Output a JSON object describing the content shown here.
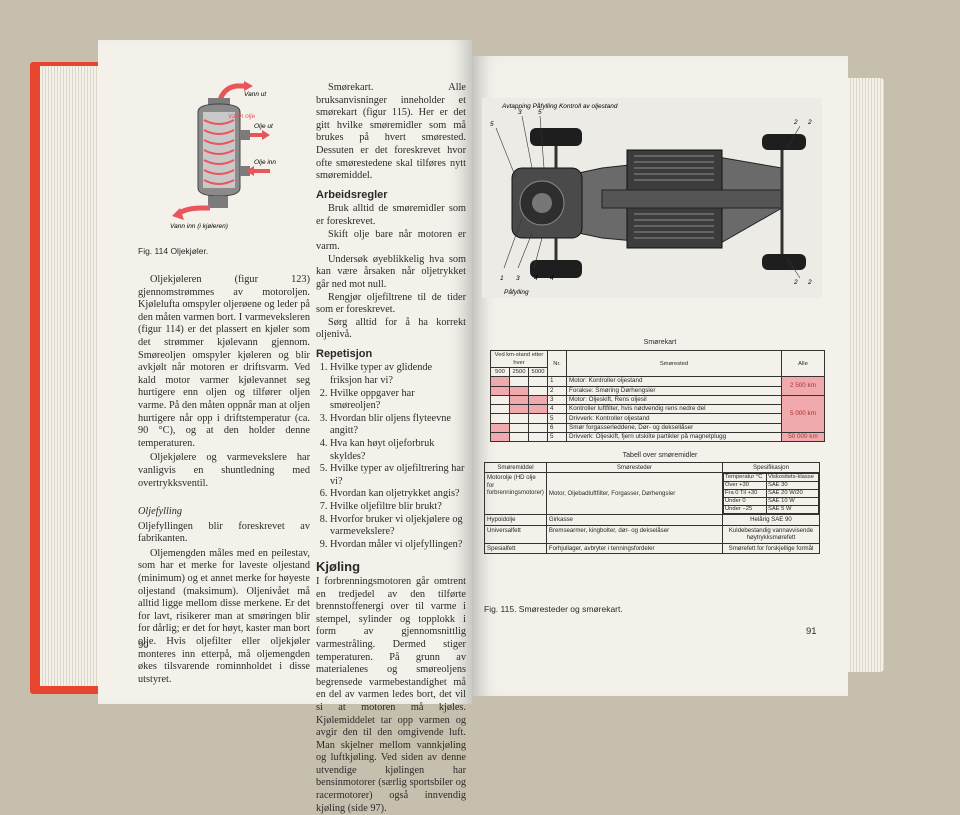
{
  "left_page": {
    "fig114": {
      "labels": [
        "Vann ut",
        "Varm olje",
        "Olje ut",
        "Olje inn",
        "Vann inn (i kjøleren)"
      ],
      "caption": "Fig. 114 Oljekjøler."
    },
    "col1_p1": "Oljekjøleren (figur 123) gjennomstrømmes av motoroljen. Kjølelufta omspyler oljerøene og leder på den måten varmen bort. I varmeveksleren (figur 114) er det plassert en kjøler som det strømmer kjølevann gjennom. Smøreoljen omspyler kjøleren og blir avkjølt når motoren er driftsvarm. Ved kald motor varmer kjølevannet seg hurtigere enn oljen og tilfører oljen varme. På den måten oppnår man at oljen hurtigere når opp i driftstemperatur (ca. 90 °C), og at den holder denne temperaturen.",
    "col1_p2": "Oljekjølere og varmevekslere har vanligvis en shuntledning med overtrykksventil.",
    "oljefylling_heading": "Oljefylling",
    "col1_p3": "Oljefyllingen blir foreskrevet av fabrikanten.",
    "col1_p4": "Oljemengden måles med en peilestav, som har et merke for laveste oljestand (minimum) og et annet merke for høyeste oljestand (maksimum). Oljenivået må alltid ligge mellom disse merkene. Er det for lavt, risikerer man at smøringen blir for dårlig; er det for høyt, kaster man bort olje. Hvis oljefilter eller oljekjøler monteres inn etterpå, må oljemengden økes tilsvarende rominnholdet i disse utstyret.",
    "col2_p1": "Smørekart. Alle bruksanvisninger inneholder et smørekart (figur 115). Her er det gitt hvilke smøremidler som må brukes på hvert smørested. Dessuten er det foreskrevet hvor ofte smørestedene skal tilføres nytt smøremiddel.",
    "arbeidsregler_heading": "Arbeidsregler",
    "rules": [
      "Bruk alltid de smøremidler som er foreskrevet.",
      "Skift olje bare når motoren er varm.",
      "Undersøk øyeblikkelig hva som kan være årsaken når oljetrykket går ned mot null.",
      "Rengjør oljefiltrene til de tider som er foreskrevet.",
      "Sørg alltid for å ha korrekt oljenivå."
    ],
    "repetisjon_heading": "Repetisjon",
    "questions": [
      "Hvilke typer av glidende friksjon har vi?",
      "Hvilke oppgaver har smøreoljen?",
      "Hvordan blir oljens flyteevne angitt?",
      "Hva kan høyt oljeforbruk skyldes?",
      "Hvilke typer av oljefiltrering har vi?",
      "Hvordan kan oljetrykket angis?",
      "Hvilke oljefiltre blir brukt?",
      "Hvorfor bruker vi oljekjølere og varmevekslere?",
      "Hvordan måler vi oljefyllingen?"
    ],
    "kjoling_heading": "Kjøling",
    "col2_p2": "I forbrenningsmotoren går omtrent en tredjedel av den tilførte brennstoffenergi over til varme i stempel, sylinder og topplokk i form av gjennomsnittlig varmestråling. Dermed stiger temperaturen. På grunn av materialenes og smøreoljens begrensede varmebestandighet må en del av varmen ledes bort, det vil si at motoren må kjøles. Kjølemiddelet tar opp varmen og avgir den til den omgivende luft. Man skjelner mellom vannkjøling og luftkjøling. Ved siden av denne utvendige kjølingen har bensinmotorer (særlig sportsbiler og racermotorer) også innvendig kjøling (side 97).",
    "page_number": "90"
  },
  "right_page": {
    "chassis_labels": {
      "top": "Avtapping  Påfylling  Kontroll av oljestand",
      "bottom": "Påfylling",
      "nums_left": [
        "5",
        "3",
        "5",
        "4",
        "1",
        "3",
        "4"
      ],
      "nums_right": [
        "2",
        "2",
        "2",
        "2"
      ]
    },
    "smorekart": {
      "title": "Smørekart",
      "interval_header": "Ved km-stand etter hver",
      "sub_headers": [
        "500",
        "2500",
        "5000"
      ],
      "col_nr": "Nr.",
      "col_sted": "Smørested",
      "col_alle": "Alle",
      "rows": [
        {
          "nr": "1",
          "text": "Motor: Kontroller oljestand",
          "alle": "2 500 km"
        },
        {
          "nr": "2",
          "text": "Forakse: Smøring Dørhengsler",
          "alle": ""
        },
        {
          "nr": "3",
          "text": "Motor: Oljeskift, Rens oljesil",
          "alle": ""
        },
        {
          "nr": "4",
          "text": "Kontroller luftfilter, hvis nødvendig rens nedre del",
          "alle": "5 000 km"
        },
        {
          "nr": "5",
          "text": "Drivverk: Kontroller oljestand",
          "alle": ""
        },
        {
          "nr": "6",
          "text": "Smør forgasserleddene, Dør- og deksellåser",
          "alle": ""
        },
        {
          "nr": "5",
          "text": "Drivverk: Oljeskift, fjern utskilte partikler på magnetplugg",
          "alle": "50 000 km"
        }
      ]
    },
    "smoremidler": {
      "title": "Tabell over smøremidler",
      "headers": [
        "Smøremiddel",
        "Smøresteder",
        "Spesifikasjon"
      ],
      "spec_sub": [
        "Temperatur °C",
        "Viskositets-klasse"
      ],
      "motorolje": "Motorolje (HD olje for forbrenningsmotorer)",
      "motorolje_steder": "Motor, Oljebadluftfilter, Forgasser, Dørhengsler",
      "spec_rows": [
        [
          "Over  +30",
          "SAE 30"
        ],
        [
          "Fra  0  Til  +30",
          "SAE 20 W/20"
        ],
        [
          "Under  0",
          "SAE 10 W"
        ],
        [
          "Under −25",
          "SAE 5 W"
        ]
      ],
      "rows": [
        [
          "Hypoidolje",
          "Girkasse",
          "Helårig SAE 90"
        ],
        [
          "Universalfett",
          "Bremsearmer, kingbolter, dør- og dekselåser",
          "Kuldebestandig vannavvisende høytrykksmørefett"
        ],
        [
          "Spesialfett",
          "Forhjullager, avbryter i tenningsfordeler",
          "Smørefett for forskjellige formål"
        ]
      ]
    },
    "caption": "Fig. 115. Smøresteder og smørekart.",
    "page_number": "91"
  },
  "colors": {
    "cover": "#e8452f",
    "paper": "#f3f1ea",
    "pink": "#f0a9ad",
    "background": "#c7bfae"
  }
}
